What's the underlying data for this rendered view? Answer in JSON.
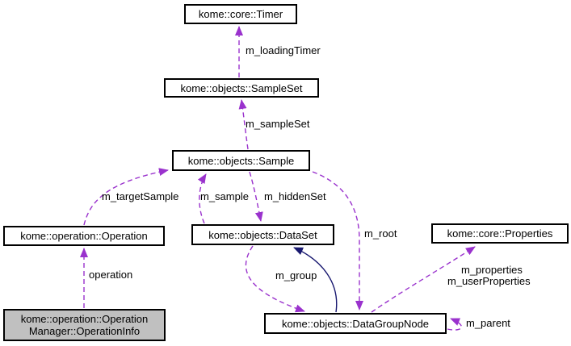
{
  "diagram_type": "collaboration-graph",
  "colors": {
    "usage_edge": "#9a32cd",
    "inheritance_edge": "#191970",
    "node_border": "#000000",
    "node_fill": "#ffffff",
    "node_highlight_fill": "#c0c0c0"
  },
  "nodes": {
    "timer": {
      "label": "kome::core::Timer"
    },
    "sampleset": {
      "label": "kome::objects::SampleSet"
    },
    "sample": {
      "label": "kome::objects::Sample"
    },
    "operation": {
      "label": "kome::operation::Operation"
    },
    "dataset": {
      "label": "kome::objects::DataSet"
    },
    "properties": {
      "label": "kome::core::Properties"
    },
    "datagroupnode": {
      "label": "kome::objects::DataGroupNode"
    },
    "operationinfo": {
      "line1": "kome::operation::Operation",
      "line2": "Manager::OperationInfo",
      "highlighted": true
    }
  },
  "edges": {
    "m_loadingTimer": {
      "label": "m_loadingTimer",
      "from": "kome::objects::SampleSet",
      "to": "kome::core::Timer",
      "style": "dashed-usage"
    },
    "m_sampleSet": {
      "label": "m_sampleSet",
      "from": "kome::objects::Sample",
      "to": "kome::objects::SampleSet",
      "style": "dashed-usage"
    },
    "m_targetSample": {
      "label": "m_targetSample",
      "from": "kome::operation::Operation",
      "to": "kome::objects::Sample",
      "style": "dashed-usage"
    },
    "m_sample": {
      "label": "m_sample",
      "from": "kome::objects::DataSet",
      "to": "kome::objects::Sample",
      "style": "dashed-usage"
    },
    "m_hiddenSet": {
      "label": "m_hiddenSet",
      "from": "kome::objects::Sample",
      "to": "kome::objects::DataSet",
      "style": "dashed-usage"
    },
    "m_root": {
      "label": "m_root",
      "from": "kome::objects::Sample",
      "to": "kome::objects::DataGroupNode",
      "style": "dashed-usage"
    },
    "operation": {
      "label": "operation",
      "from": "kome::operation::OperationManager::OperationInfo",
      "to": "kome::operation::Operation",
      "style": "dashed-usage"
    },
    "m_group": {
      "label": "m_group",
      "from": "kome::objects::DataSet",
      "to": "kome::objects::DataGroupNode",
      "style": "dashed-usage"
    },
    "inheritance": {
      "label": "",
      "from": "kome::objects::DataGroupNode",
      "to": "kome::objects::DataSet",
      "style": "solid-inheritance"
    },
    "m_properties": {
      "label1": "m_properties",
      "label2": "m_userProperties",
      "from": "kome::objects::DataGroupNode",
      "to": "kome::core::Properties",
      "style": "dashed-usage"
    },
    "m_parent": {
      "label": "m_parent",
      "from": "kome::objects::DataGroupNode",
      "to": "kome::objects::DataGroupNode",
      "style": "dashed-usage"
    }
  }
}
